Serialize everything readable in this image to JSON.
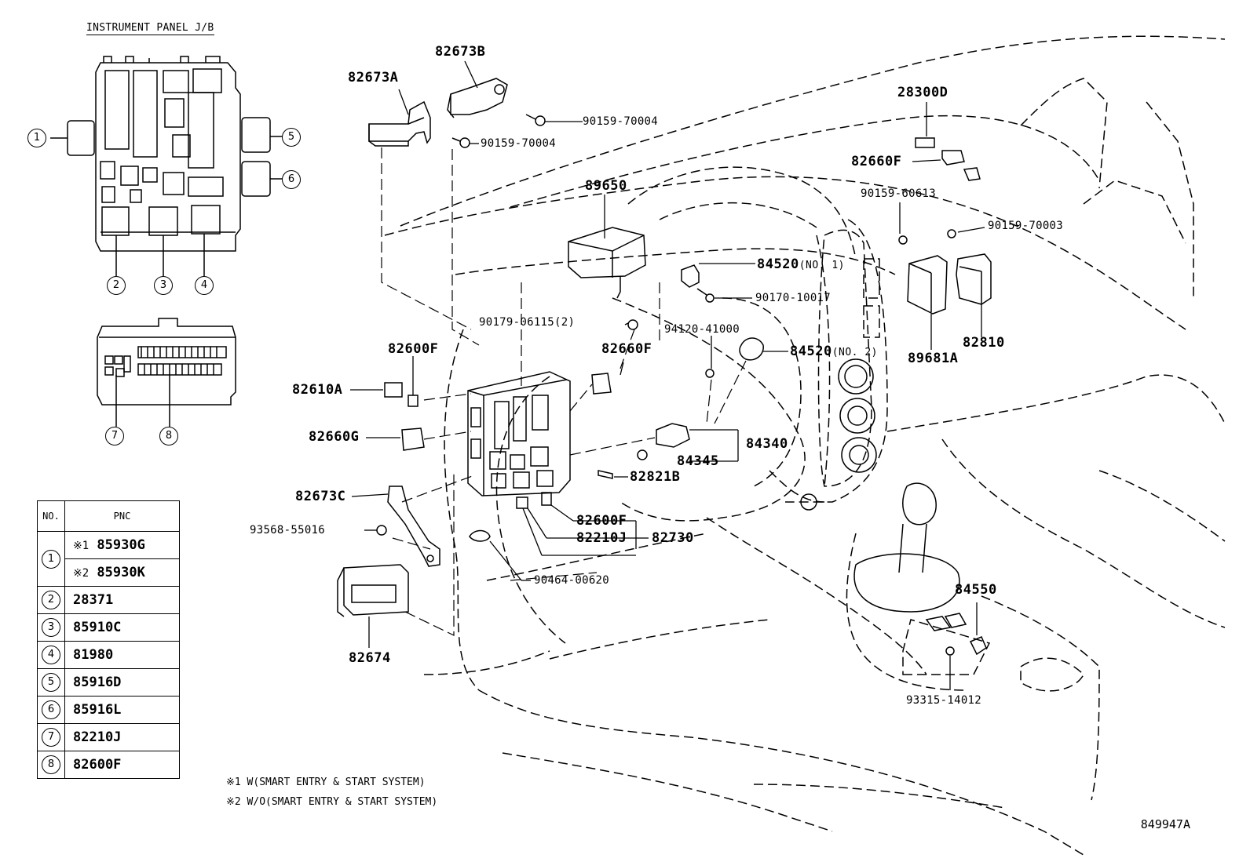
{
  "inset_title": "INSTRUMENT PANEL J/B",
  "table": {
    "header_no": "NO.",
    "header_pnc": "PNC",
    "rows": [
      {
        "no": "1",
        "parts": [
          {
            "mark": "※1",
            "pnc": "85930G"
          },
          {
            "mark": "※2",
            "pnc": "85930K"
          }
        ]
      },
      {
        "no": "2",
        "parts": [
          {
            "mark": "",
            "pnc": "28371"
          }
        ]
      },
      {
        "no": "3",
        "parts": [
          {
            "mark": "",
            "pnc": "85910C"
          }
        ]
      },
      {
        "no": "4",
        "parts": [
          {
            "mark": "",
            "pnc": "81980"
          }
        ]
      },
      {
        "no": "5",
        "parts": [
          {
            "mark": "",
            "pnc": "85916D"
          }
        ]
      },
      {
        "no": "6",
        "parts": [
          {
            "mark": "",
            "pnc": "85916L"
          }
        ]
      },
      {
        "no": "7",
        "parts": [
          {
            "mark": "",
            "pnc": "82210J"
          }
        ]
      },
      {
        "no": "8",
        "parts": [
          {
            "mark": "",
            "pnc": "82600F"
          }
        ]
      }
    ]
  },
  "notes": [
    "※1 W(SMART ENTRY & START SYSTEM)",
    "※2 W/O(SMART ENTRY & START SYSTEM)"
  ],
  "callouts": {
    "c1": "1",
    "c2": "2",
    "c3": "3",
    "c4": "4",
    "c5": "5",
    "c6": "6",
    "c7": "7",
    "c8": "8"
  },
  "parts": {
    "p82673A": "82673A",
    "p82673B": "82673B",
    "p90159_70004_a": "90159-70004",
    "p90159_70004_b": "90159-70004",
    "p28300D": "28300D",
    "p82660F_a": "82660F",
    "p90159_60613": "90159-60613",
    "p90159_70003": "90159-70003",
    "p89650": "89650",
    "p84520_1": "84520",
    "p84520_1_sub": "(NO. 1)",
    "p90170_10017": "90170-10017",
    "p89681A": "89681A",
    "p82810": "82810",
    "p90179_06115": "90179-06115(2)",
    "p94120_41000": "94120-41000",
    "p84520_2": "84520",
    "p84520_2_sub": "(NO. 2)",
    "p82600F_a": "82600F",
    "p82660F_b": "82660F",
    "p82610A": "82610A",
    "p82660G": "82660G",
    "p84340": "84340",
    "p84345": "84345",
    "p82821B": "82821B",
    "p82673C": "82673C",
    "p93568_55016": "93568-55016",
    "p82600F_b": "82600F",
    "p82210J": "82210J",
    "p82730": "82730",
    "p90464_00620": "90464-00620",
    "p82674": "82674",
    "p84550": "84550",
    "p93315_14012": "93315-14012"
  },
  "diagram_code": "849947A"
}
